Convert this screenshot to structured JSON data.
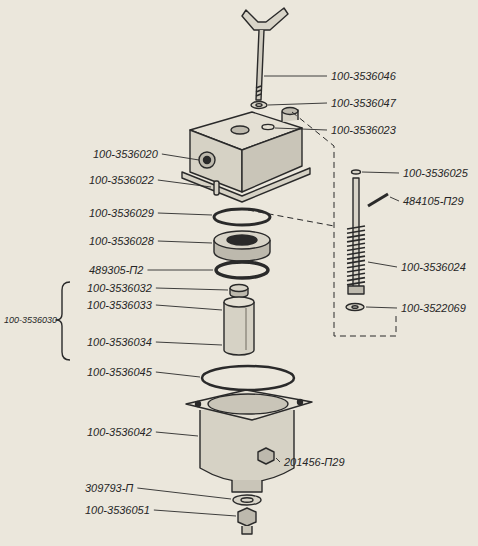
{
  "diagram": {
    "labels": [
      "100-3536046",
      "100-3536047",
      "100-3536023",
      "100-3536020",
      "100-3536025",
      "484105-П29",
      "100-3536022",
      "100-3536029",
      "100-3536028",
      "100-3536024",
      "489305-П2",
      "100-3536032",
      "100-3536030",
      "100-3536033",
      "100-3522069",
      "100-3536034",
      "100-3536045",
      "100-3536042",
      "201456-П29",
      "309793-П",
      "100-3536051"
    ]
  }
}
